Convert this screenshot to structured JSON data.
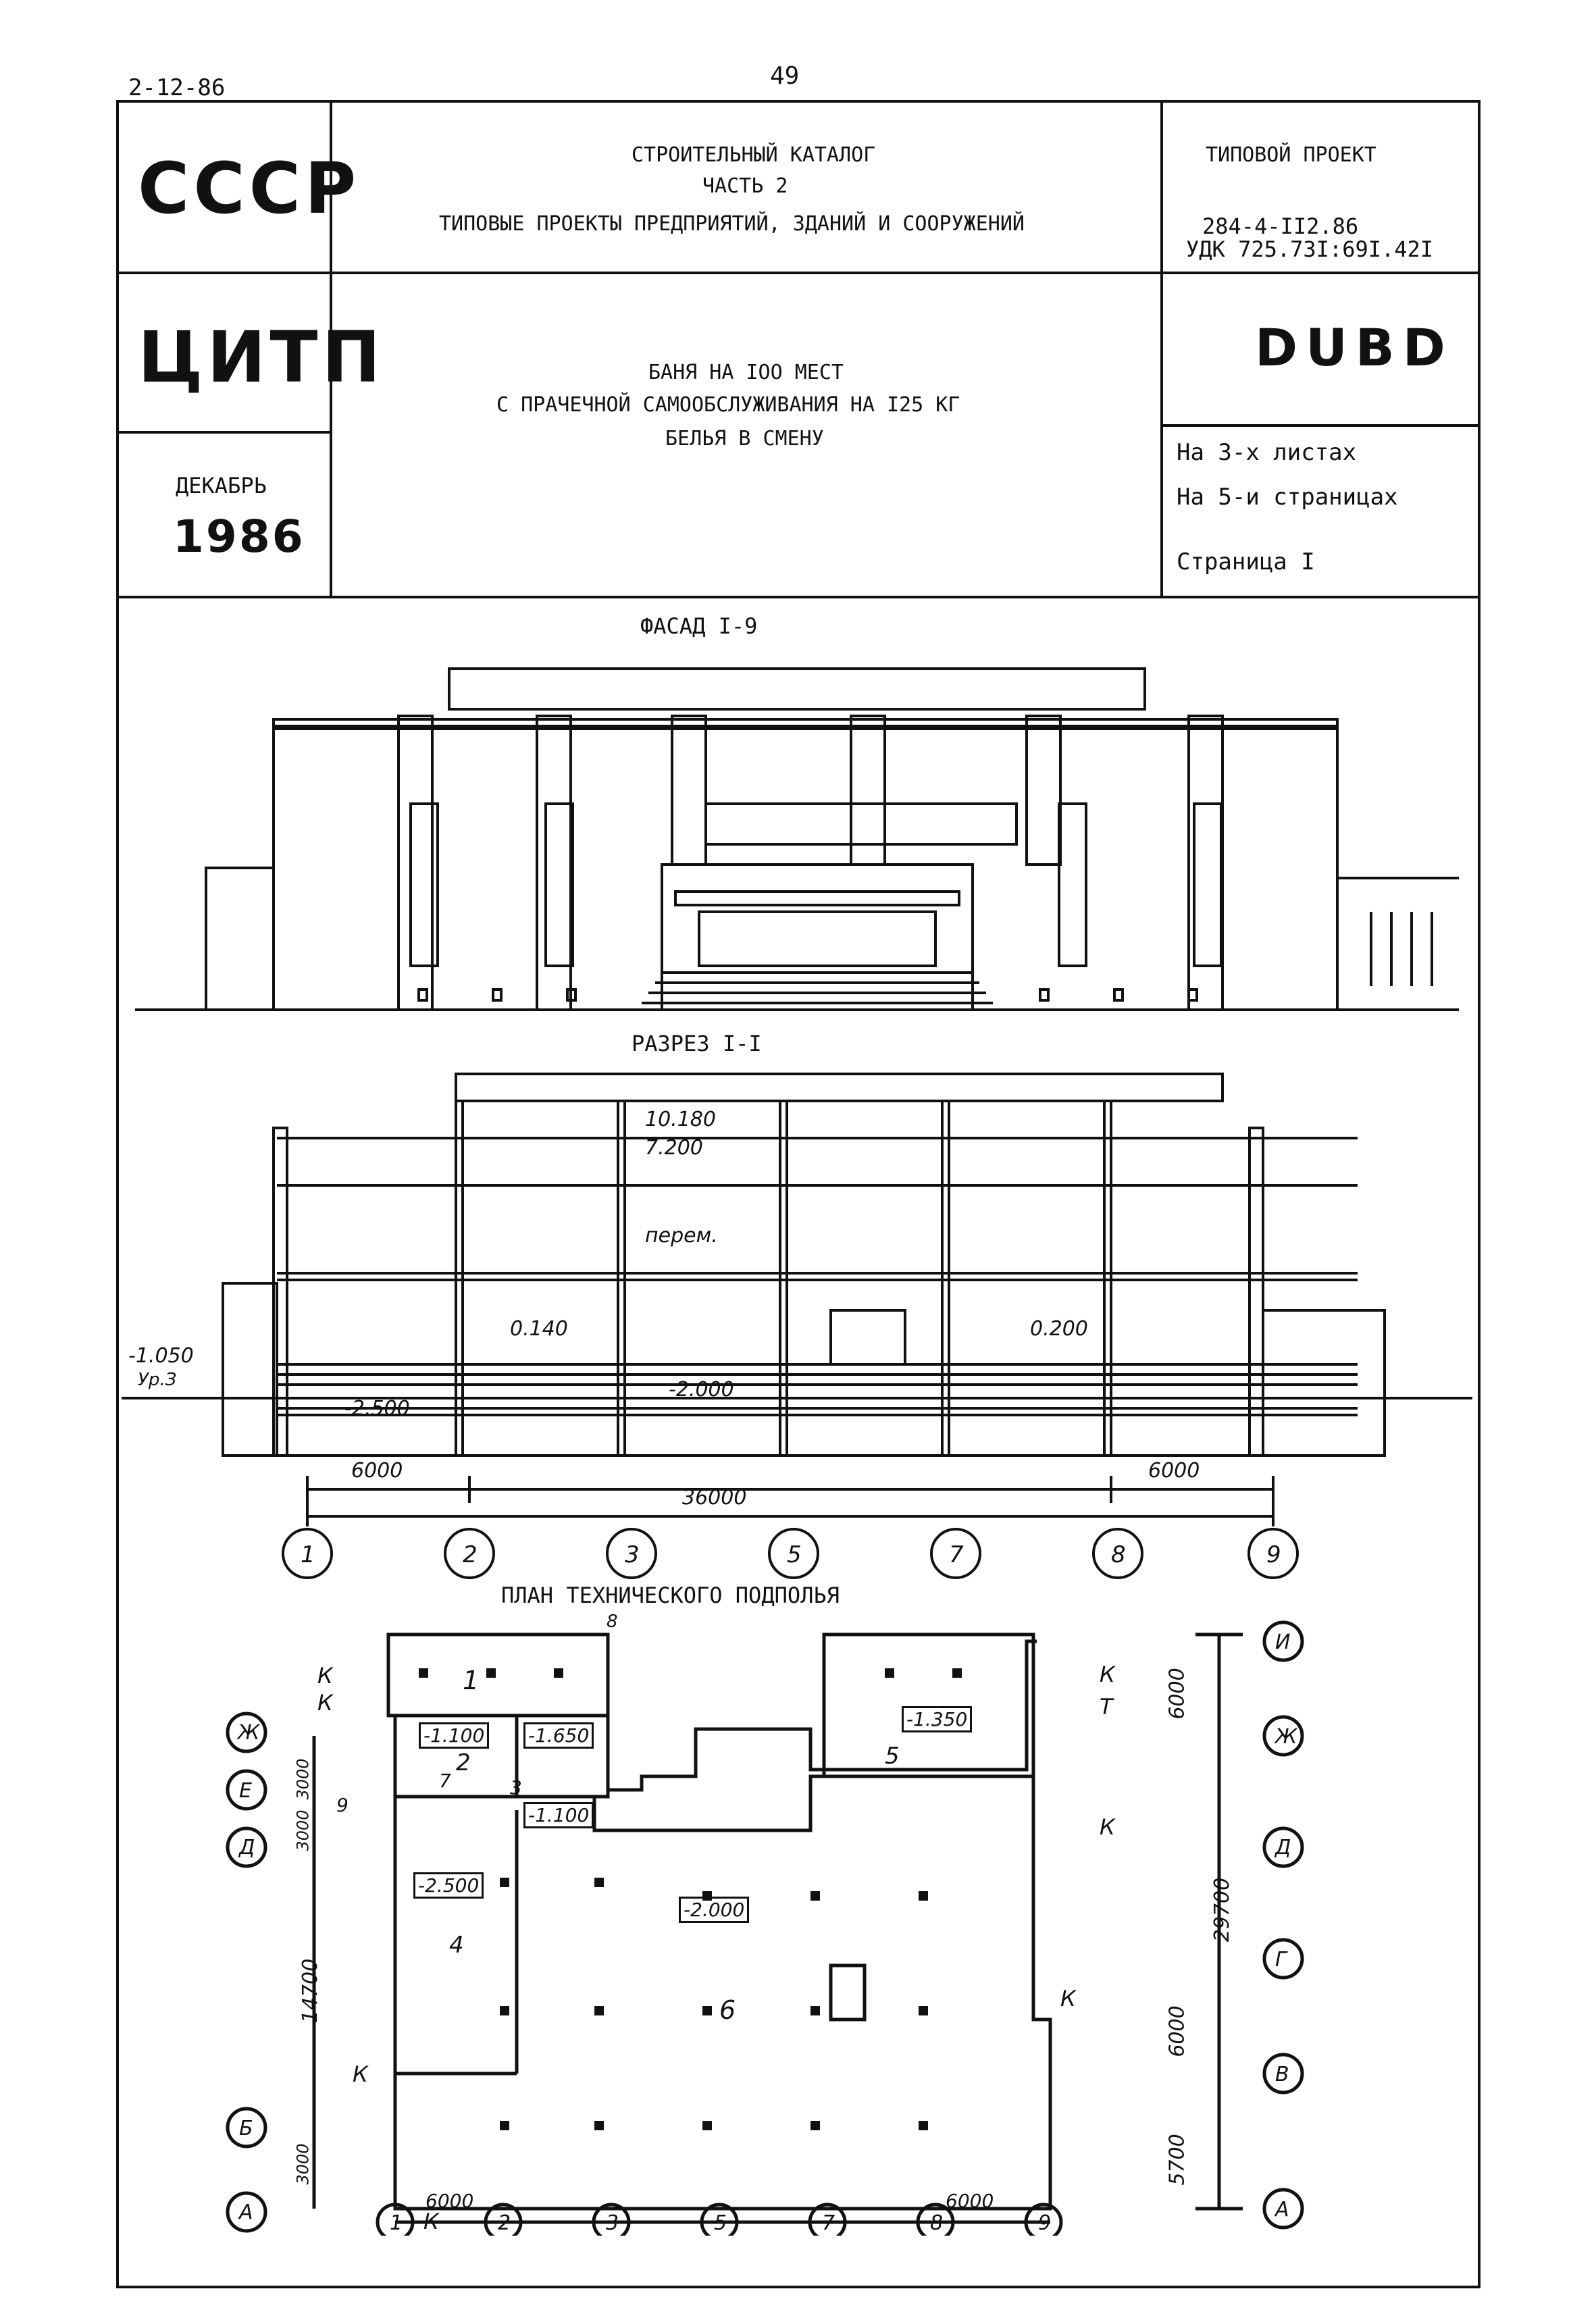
{
  "page": {
    "doc_code": "2-12-86",
    "page_number": "49"
  },
  "title_block": {
    "country": "СССР",
    "org": "ЦИТП",
    "month": "ДЕКАБРЬ",
    "year": "1986",
    "catalog_line1": "СТРОИТЕЛЬНЫЙ КАТАЛОГ",
    "catalog_line2": "ЧАСТЬ 2",
    "catalog_line3": "ТИПОВЫЕ ПРОЕКТЫ ПРЕДПРИЯТИЙ, ЗДАНИЙ И СООРУЖЕНИЙ",
    "project_label": "ТИПОВОЙ ПРОЕКТ",
    "project_number": "284-4-II2.86",
    "udk": "УДК 725.73I:69I.42I",
    "project_title_line1": "БАНЯ НА IOO МЕСТ",
    "project_title_line2": "С ПРАЧЕЧНОЙ САМООБСЛУЖИВАНИЯ НА I25 КГ",
    "project_title_line3": "БЕЛЬЯ В СМЕНУ",
    "code": "DUBD",
    "sheets": "На 3-х листах",
    "pages": "На 5-и страницах",
    "page_label": "Страница I"
  },
  "drawings": {
    "facade_title": "ФАСАД I-9",
    "section_title": "РАЗРЕЗ I-I",
    "plan_title": "ПЛАН ТЕХНИЧЕСКОГО ПОДПОЛЬЯ",
    "section_marks": [
      "10.180",
      "7.200",
      "перем.",
      "0.140",
      "0.200",
      "-2.000",
      "-2.500",
      "-1.050",
      "Ур.З"
    ],
    "section_dims": [
      "6000",
      "6000",
      "36000"
    ],
    "axes": [
      "1",
      "2",
      "3",
      "5",
      "7",
      "8",
      "9"
    ],
    "plan_rows": [
      "И",
      "Ж",
      "Е",
      "Д",
      "Г",
      "В",
      "Б",
      "А"
    ],
    "plan_marks": [
      "-1.100",
      "-1.650",
      "-1.350",
      "-1.100",
      "-2.500",
      "-2.000"
    ],
    "plan_rooms": [
      "1",
      "2",
      "3",
      "4",
      "5",
      "6",
      "7",
      "8",
      "9"
    ],
    "plan_flow_labels": [
      "К",
      "К",
      "К",
      "Т",
      "К",
      "К",
      "К",
      "К"
    ],
    "plan_dims_left": [
      "3000",
      "3000",
      "14700",
      "3000"
    ],
    "plan_dims_right": [
      "6000",
      "29700",
      "6000",
      "5700"
    ],
    "plan_dims_bottom": [
      "6000",
      "6000"
    ]
  }
}
